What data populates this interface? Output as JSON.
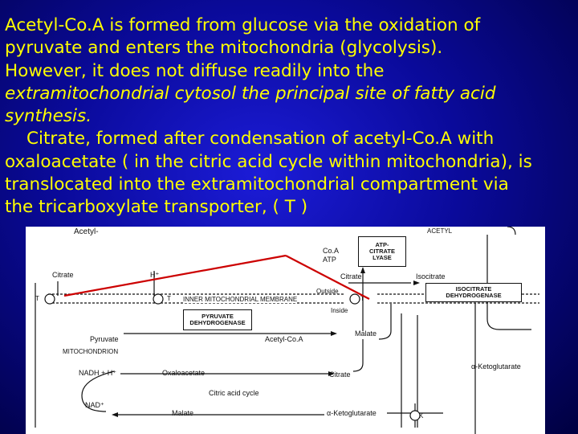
{
  "paragraph": {
    "line1": "Acetyl-Co.A is formed from glucose via the oxidation of",
    "line2": "pyruvate  and enters the mitochondria (glycolysis).",
    "line3": "However, it does not diffuse readily into the",
    "line4": "extramitochondrial cytosol  the principal site of fatty acid",
    "line5": "synthesis.",
    "line6": "Citrate, formed after condensation of acetyl-Co.A with",
    "line7": "oxaloacetate ( in the citric acid cycle within mitochondria), is",
    "line8": "translocated into the extramitochondrial compartment via",
    "line9": "the tricarboxylate transporter, ( T )"
  },
  "diagram": {
    "top_partial": "Acetyl-",
    "top_right_partial": "ACETYL",
    "citrate_left": "Citrate",
    "h_plus_top": "H⁺",
    "t_left": "T",
    "t_mid": "T",
    "t_right": "T",
    "inner_membrane": "INNER MITOCHONDRIAL MEMBRANE",
    "outside": "Outside",
    "inside": "Inside",
    "pyruvate_dh_line1": "PYRUVATE",
    "pyruvate_dh_line2": "DEHYDROGENASE",
    "pyruvate": "Pyruvate",
    "acetyl_coa": "Acetyl-Co.A",
    "malate_right": "Malate",
    "mitochondrion": "MITOCHONDRION",
    "nadh_h": "NADH + H⁺",
    "nad_plus": "NAD⁺",
    "oxaloacetate": "Oxaloacetate",
    "citrate_inner": "Citrate",
    "citric_acid_cycle": "Citric acid cycle",
    "malate_bottom": "Malate",
    "a_ketoglutarate_bottom": "α-Ketoglutarate",
    "a_ketoglutarate_right": "α-Ketoglutarate",
    "coa": "Co.A",
    "atp": "ATP",
    "atp_citrate_lyase_line1": "ATP-",
    "atp_citrate_lyase_line2": "CITRATE",
    "atp_citrate_lyase_line3": "LYASE",
    "citrate_upper": "Citrate",
    "isocitrate": "Isocitrate",
    "isocitrate_dh_line1": "ISOCITRATE",
    "isocitrate_dh_line2": "DEHYDROGENASE",
    "k_mark": "K"
  },
  "colors": {
    "text": "#ffff00",
    "arrow": "#cc0000",
    "background": "#0a0a9a"
  }
}
